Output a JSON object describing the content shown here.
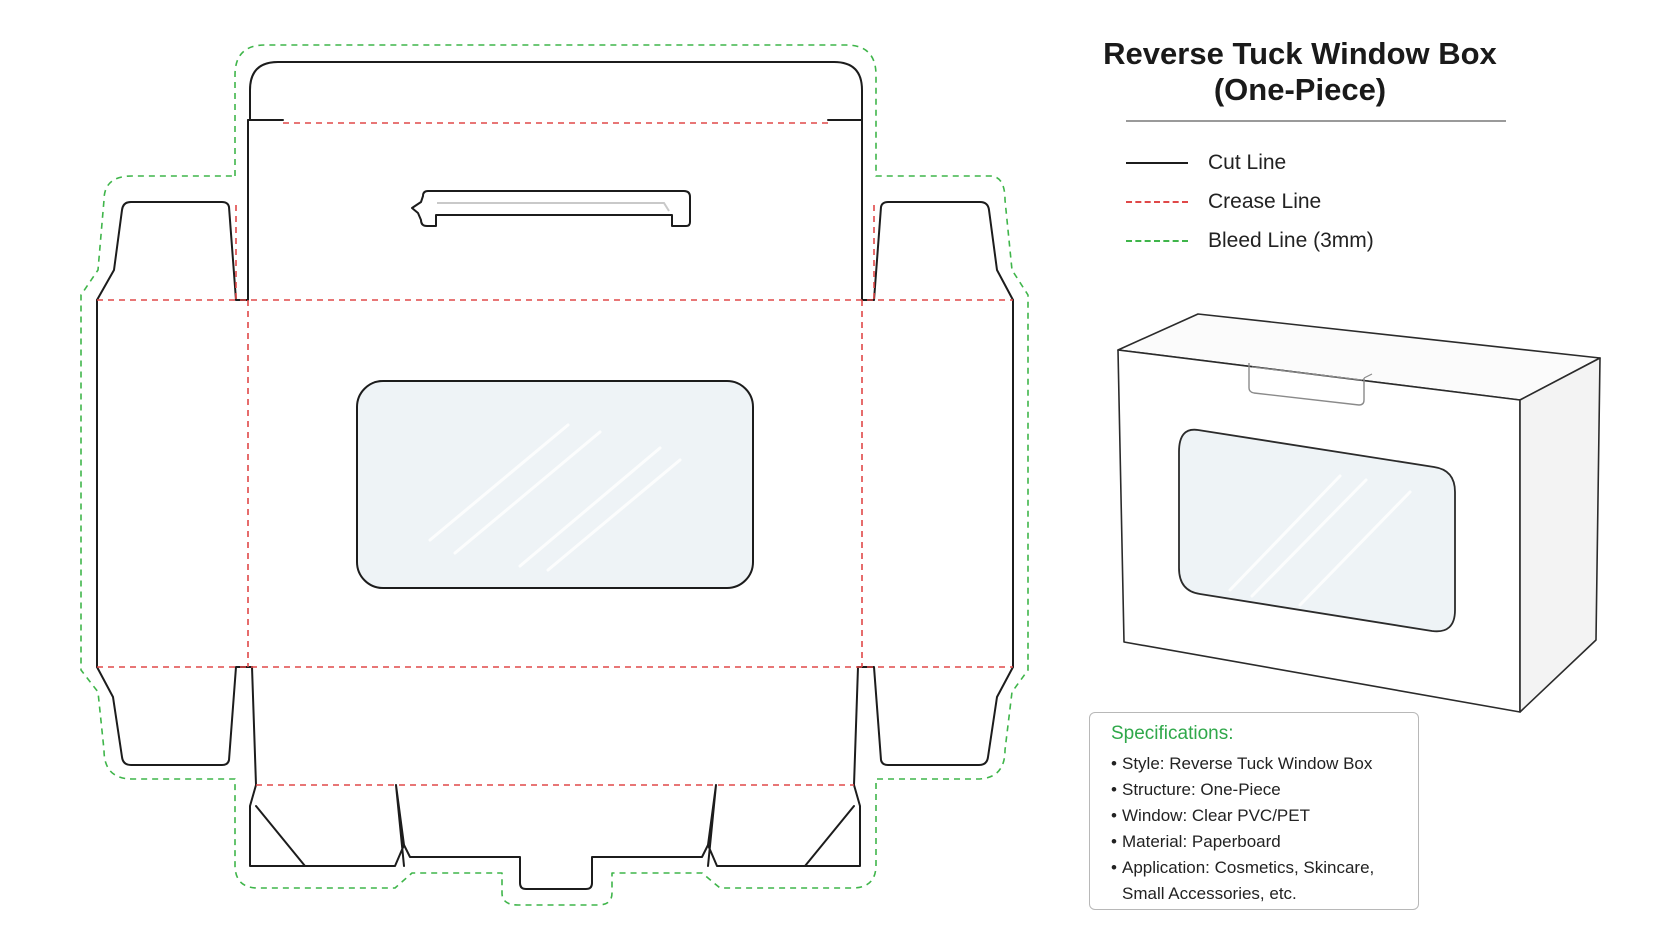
{
  "title": {
    "line1": "Reverse Tuck Window Box",
    "line2": "(One-Piece)"
  },
  "legend": [
    {
      "label": "Cut Line",
      "style": "solid",
      "color": "#1c1c1c"
    },
    {
      "label": "Crease Line",
      "style": "dashed",
      "color": "#e04848"
    },
    {
      "label": "Bleed Line (3mm)",
      "style": "dashed",
      "color": "#3fb54a"
    }
  ],
  "specifications": {
    "heading": "Specifications:",
    "heading_color": "#2fa84a",
    "items": [
      "Style: Reverse Tuck Window Box",
      "Structure: One-Piece",
      "Window: Clear PVC/PET",
      "Material: Paperboard",
      "Application: Cosmetics, Skincare,",
      "Small Accessories, etc."
    ]
  },
  "colors": {
    "cut": "#1c1c1c",
    "crease": "#e04848",
    "bleed": "#3fb54a",
    "window": "#eef3f6"
  }
}
